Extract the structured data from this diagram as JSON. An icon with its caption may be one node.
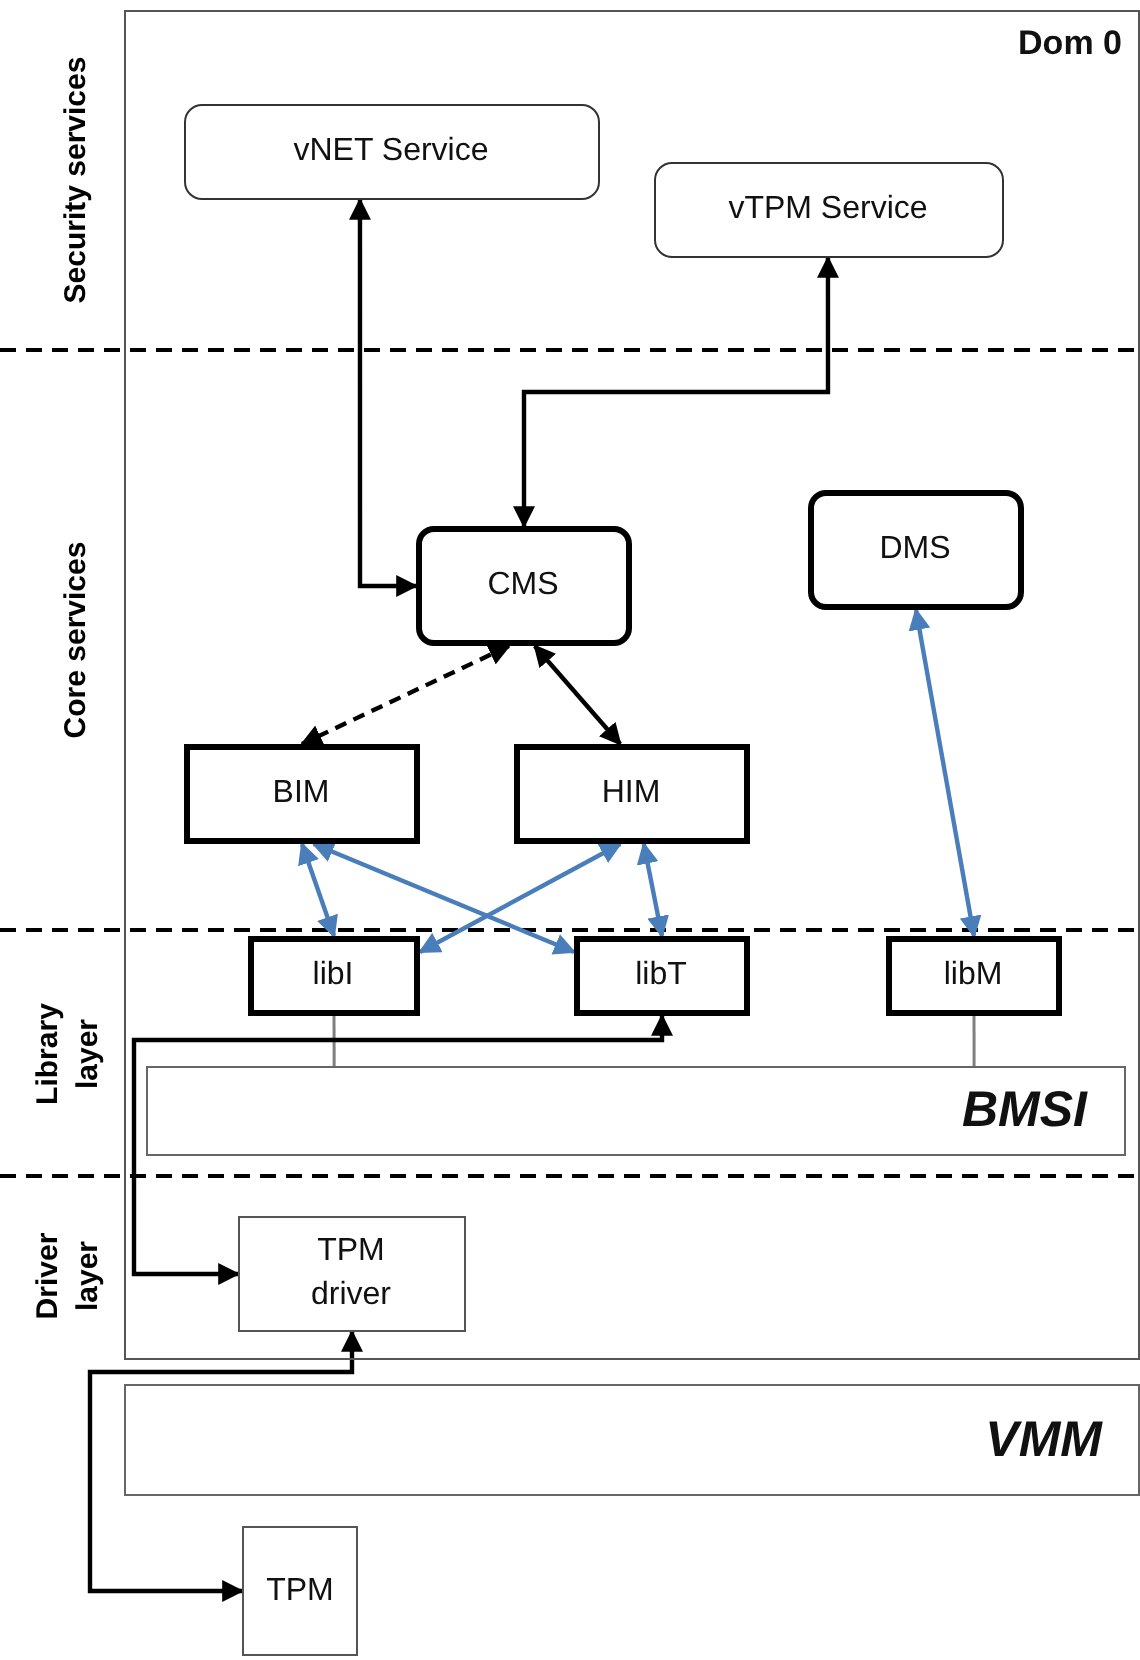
{
  "diagram": {
    "nodes": [
      {
        "text": [
          "Dom 0"
        ]
      },
      {
        "text": [
          "vNET Service"
        ],
        "in": 0
      },
      {
        "text": [
          "vTPM Service"
        ],
        "in": 0
      },
      {
        "text": [
          "CMS"
        ],
        "in": 0
      },
      {
        "text": [
          "DMS"
        ],
        "in": 0
      },
      {
        "text": [
          "BIM"
        ],
        "in": 0
      },
      {
        "text": [
          "HIM"
        ],
        "in": 0
      },
      {
        "text": [
          "libI"
        ],
        "in": 0
      },
      {
        "text": [
          "libT"
        ],
        "in": 0
      },
      {
        "text": [
          "libM"
        ],
        "in": 0
      },
      {
        "text": [
          "BMSI"
        ],
        "in": 0
      },
      {
        "text": [
          "TPM driver"
        ],
        "in": 0
      },
      {
        "text": [
          "VMM"
        ]
      },
      {
        "text": [
          "TPM"
        ]
      }
    ],
    "edges": [
      {
        "from": 1,
        "to": 3,
        "arrow": "both"
      },
      {
        "from": 2,
        "to": 3,
        "arrow": "both"
      },
      {
        "from": 3,
        "to": 5,
        "arrow": "both",
        "style": "dashed"
      },
      {
        "from": 3,
        "to": 6,
        "arrow": "both"
      },
      {
        "from": 5,
        "to": 7,
        "arrow": "both",
        "color": "#4a7ebb"
      },
      {
        "from": 5,
        "to": 8,
        "arrow": "both",
        "color": "#4a7ebb"
      },
      {
        "from": 6,
        "to": 7,
        "arrow": "both",
        "color": "#4a7ebb"
      },
      {
        "from": 6,
        "to": 8,
        "arrow": "both",
        "color": "#4a7ebb"
      },
      {
        "from": 4,
        "to": 9,
        "arrow": "both",
        "color": "#4a7ebb"
      },
      {
        "from": 7,
        "to": 10,
        "arrow": "none",
        "color": "#7f7f7f"
      },
      {
        "from": 9,
        "to": 10,
        "arrow": "none",
        "color": "#7f7f7f"
      },
      {
        "from": 11,
        "to": 8,
        "arrow": "both"
      },
      {
        "from": 11,
        "to": 13,
        "arrow": "both"
      }
    ],
    "labels": [
      "Security services",
      "Core services",
      "Library layer",
      "Driver layer"
    ]
  }
}
